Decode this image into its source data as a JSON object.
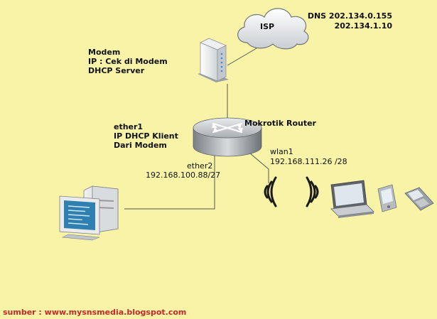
{
  "isp": {
    "label": "ISP"
  },
  "dns": {
    "line1": "DNS 202.134.0.155",
    "line2": "202.134.1.10"
  },
  "modem": {
    "line1": "Modem",
    "line2": "IP :  Cek di Modem",
    "line3": "DHCP Server"
  },
  "ether1": {
    "line1": "ether1",
    "line2": "IP DHCP Klient",
    "line3": "Dari Modem"
  },
  "router": {
    "label": "Mokrotik Router"
  },
  "ether2": {
    "line1": "ether2",
    "line2": "192.168.100.88/27"
  },
  "wlan1": {
    "line1": "wlan1",
    "line2": "192.168.111.26 /28"
  },
  "source": {
    "text": "sumber : www.mysnsmedia.blogspot.com"
  },
  "colors": {
    "background": "#f9f3a8",
    "line": "#555555",
    "source_text": "#c62828",
    "screen": "#2f7fb0"
  },
  "icons": [
    "cloud-icon",
    "modem-icon",
    "router-icon",
    "desktop-pc-icon",
    "wifi-signal-icon",
    "laptop-icon",
    "pda-icon",
    "phone-icon"
  ]
}
